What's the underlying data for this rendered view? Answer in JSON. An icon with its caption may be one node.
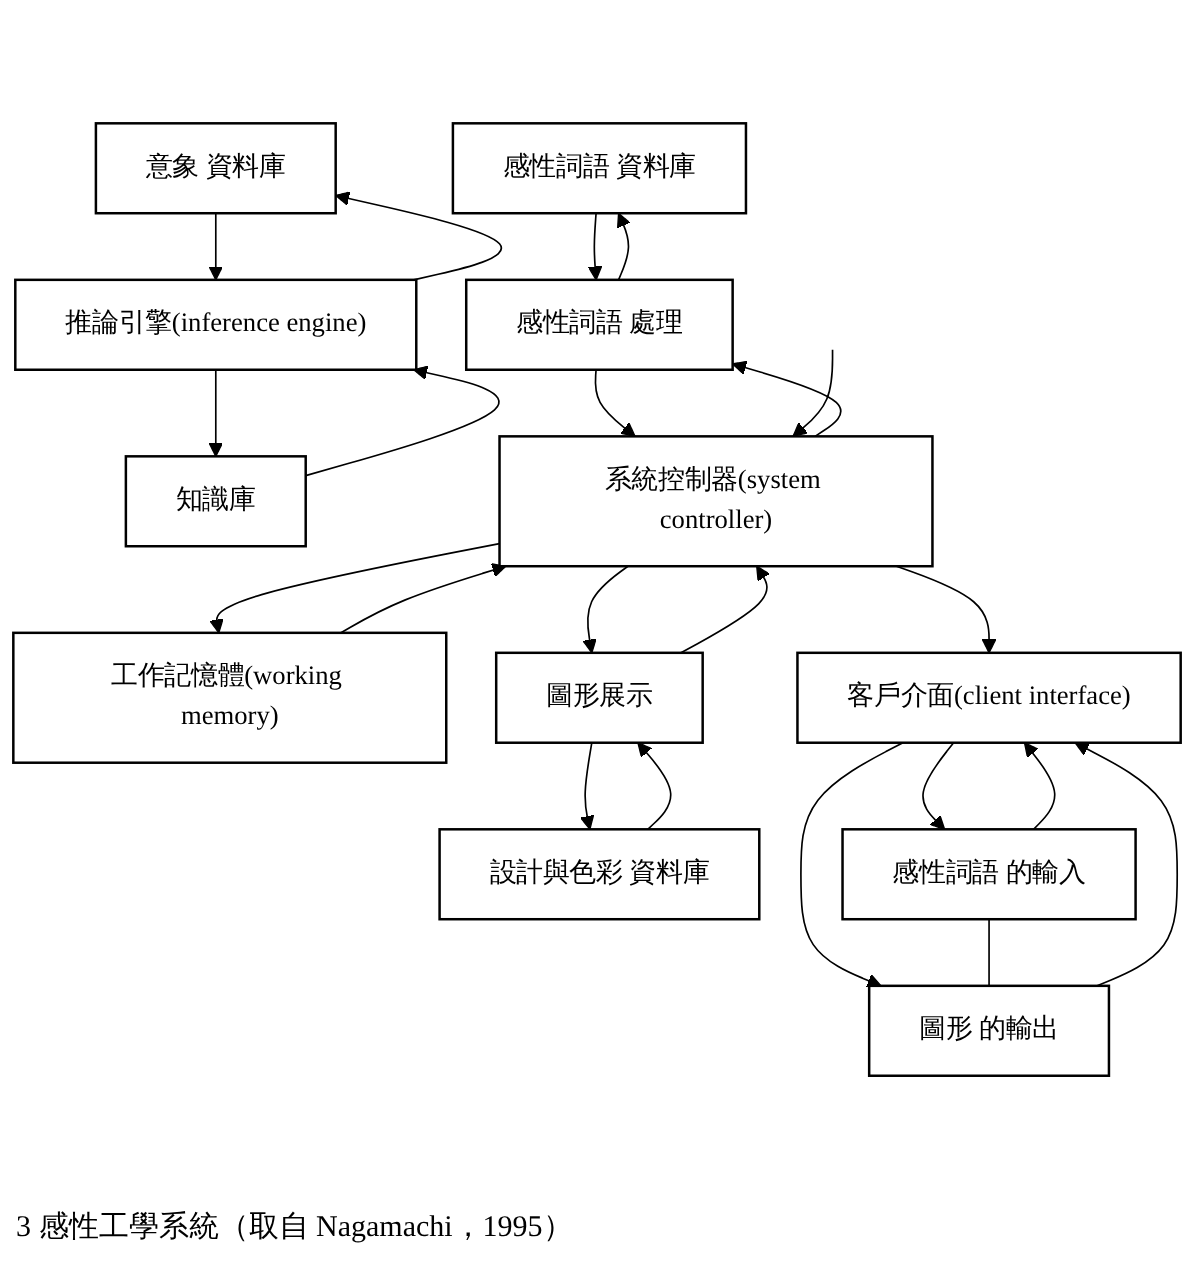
{
  "diagram": {
    "caption": "3 感性工學系統（取自 Nagamachi，1995）",
    "nodes": [
      {
        "text": [
          "感性詞語 資料庫"
        ]
      },
      {
        "text": [
          "意象 資料庫"
        ]
      },
      {
        "text": [
          "知識庫"
        ]
      },
      {
        "text": [
          "設計與色彩 資料庫"
        ]
      },
      {
        "text": [
          "感性詞語 處理"
        ]
      },
      {
        "text": [
          "推論引擎(inference engine)"
        ]
      },
      {
        "text": [
          "工作記憶體(working memory)"
        ]
      },
      {
        "text": [
          "圖形展示"
        ]
      },
      {
        "text": [
          "系統控制器(system controller)"
        ]
      },
      {
        "text": [
          "客戶介面(client interface)"
        ]
      },
      {
        "text": [
          "感性詞語 的輸入"
        ]
      },
      {
        "text": [
          "圖形 的輸出"
        ]
      }
    ],
    "edges": [
      {
        "from": 0,
        "to": 4,
        "arrow": "to"
      },
      {
        "from": 4,
        "to": 0,
        "arrow": "to"
      },
      {
        "from": 1,
        "to": 5,
        "arrow": "to"
      },
      {
        "from": 5,
        "to": 1,
        "arrow": "to"
      },
      {
        "from": 2,
        "to": 5,
        "arrow": "to"
      },
      {
        "from": 5,
        "to": 2,
        "arrow": "to"
      },
      {
        "from": 3,
        "to": 7,
        "arrow": "to"
      },
      {
        "from": 7,
        "to": 3,
        "arrow": "to"
      },
      {
        "from": 4,
        "to": 8,
        "arrow": "to"
      },
      {
        "from": 8,
        "to": 4,
        "arrow": "to"
      },
      {
        "from": 6,
        "to": 8,
        "arrow": "to"
      },
      {
        "from": 8,
        "to": 6,
        "arrow": "to"
      },
      {
        "from": 7,
        "to": 8,
        "arrow": "to"
      },
      {
        "from": 8,
        "to": 7,
        "arrow": "to"
      },
      {
        "from": 8,
        "to": 9,
        "arrow": "to"
      },
      {
        "from": null,
        "to": 8,
        "arrow": "to"
      },
      {
        "from": 9,
        "to": 10,
        "arrow": "to"
      },
      {
        "from": 10,
        "to": 9,
        "arrow": "to"
      },
      {
        "from": 9,
        "to": 11,
        "arrow": "to"
      },
      {
        "from": 11,
        "to": 9,
        "arrow": "to"
      },
      {
        "from": 10,
        "to": 11,
        "arrow": "none"
      }
    ]
  }
}
